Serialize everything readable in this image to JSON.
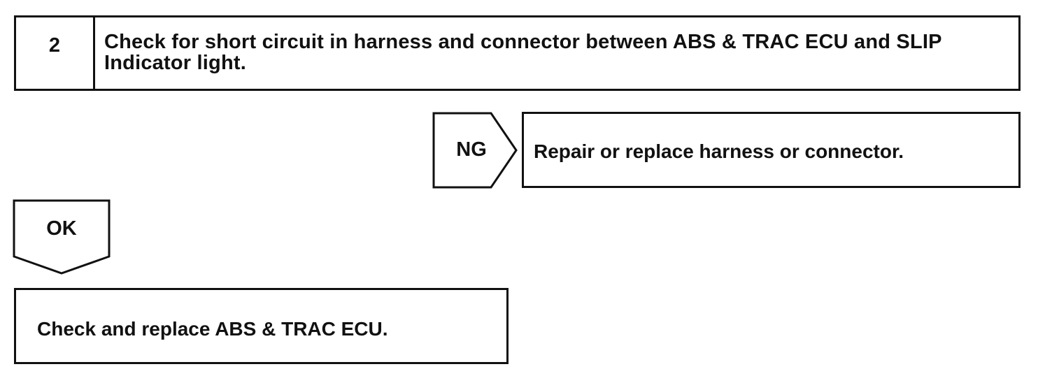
{
  "step": {
    "number": "2",
    "title": "Check for short circuit in harness and connector between ABS & TRAC ECU and SLIP Indicator light."
  },
  "ng_branch": {
    "label": "NG",
    "action": "Repair or replace harness or connector."
  },
  "ok_branch": {
    "label": "OK",
    "action": "Check and replace ABS & TRAC ECU."
  },
  "colors": {
    "line": "#111111",
    "background": "#ffffff"
  }
}
